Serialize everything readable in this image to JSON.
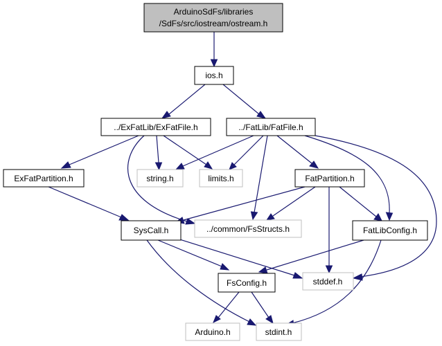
{
  "colors": {
    "edge": "#191970",
    "root_fill": "#bfbfbf",
    "node_border": "#000000",
    "external_border": "#bfbfbf",
    "background": "#ffffff"
  },
  "nodes": {
    "ostream": {
      "line1": "ArduinoSdFs/libraries",
      "line2": "/SdFs/src/iostream/ostream.h"
    },
    "ios": "ios.h",
    "exfatfile": "../ExFatLib/ExFatFile.h",
    "fatfile": "../FatLib/FatFile.h",
    "exfatpartition": "ExFatPartition.h",
    "string": "string.h",
    "limits": "limits.h",
    "fatpartition": "FatPartition.h",
    "syscall": "SysCall.h",
    "fsstructs": "../common/FsStructs.h",
    "fatlibconfig": "FatLibConfig.h",
    "fsconfig": "FsConfig.h",
    "stddef": "stddef.h",
    "arduino": "Arduino.h",
    "stdint": "stdint.h"
  }
}
